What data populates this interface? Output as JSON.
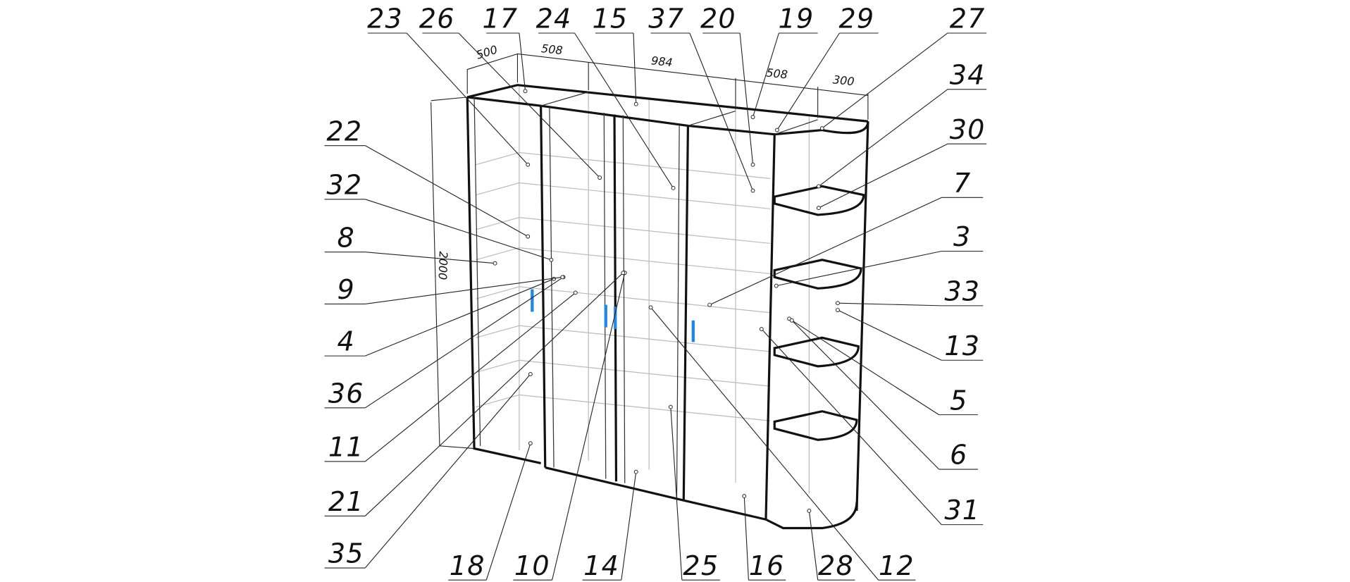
{
  "title": "Wardrobe assembly diagram",
  "dimensions": {
    "depth_left": "500",
    "width_left": "508",
    "width_middle": "984",
    "width_right": "508",
    "width_shelf": "300",
    "height": "2000"
  },
  "labels": [
    "23",
    "26",
    "17",
    "24",
    "15",
    "37",
    "20",
    "19",
    "29",
    "27",
    "34",
    "30",
    "7",
    "3",
    "33",
    "13",
    "5",
    "6",
    "31",
    "12",
    "28",
    "16",
    "25",
    "14",
    "10",
    "18",
    "35",
    "21",
    "11",
    "36",
    "4",
    "9",
    "8",
    "32",
    "22"
  ],
  "colors": {
    "handle": "#1e88e5",
    "line": "#111111",
    "hidden": "#bbbbbb"
  }
}
